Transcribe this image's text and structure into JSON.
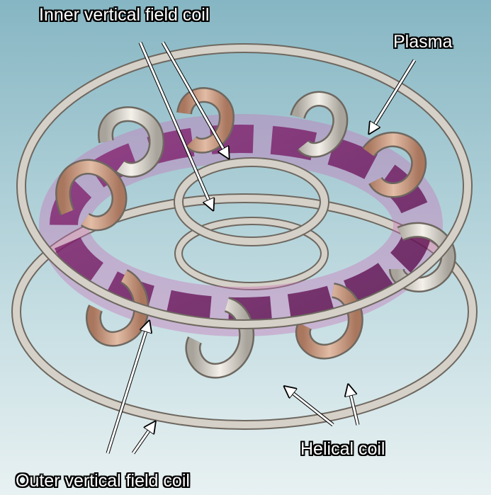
{
  "labels": {
    "inner_vertical_field_coil": "Inner vertical field coil",
    "plasma": "Plasma",
    "helical_coil": "Helical coil",
    "outer_vertical_field_coil": "Outer vertical field coil"
  },
  "colors": {
    "background_top": "#86b6c3",
    "background_bottom": "#e8f1f2",
    "ring": "#d6d1c8",
    "ring_edge": "#6e6860",
    "plasma": "#7a1e66",
    "plasma_glow": "#c86fb6",
    "coil_copper": "#c99f86",
    "coil_silver": "#dedad2",
    "arrow": "#ffffff"
  }
}
